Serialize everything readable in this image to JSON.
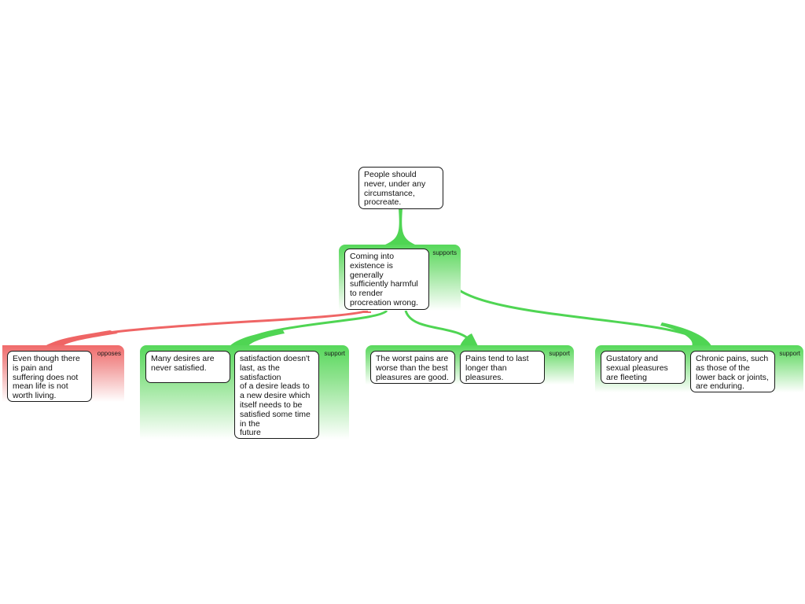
{
  "colors": {
    "support": "#4fd553",
    "oppose": "#ef6565"
  },
  "claim": {
    "text": "People should\nnever, under any\ncircumstance,\nprocreate."
  },
  "premise": {
    "tag": "supports",
    "text": "Coming into\nexistence is\ngenerally\nsufficiently harmful\nto render\nprocreation wrong."
  },
  "groups": [
    {
      "tag": "opposes",
      "items": [
        "Even though there\nis pain and\nsuffering does not\nmean life is not\nworth living."
      ]
    },
    {
      "tag": "support",
      "items": [
        "Many desires are\nnever satisfied.",
        "satisfaction doesn't\nlast, as the\nsatisfaction\nof a desire leads to\na new desire which\nitself needs to be\nsatisfied some time\nin the\nfuture"
      ]
    },
    {
      "tag": "support",
      "items": [
        "The worst pains are\nworse than the best\npleasures are good.",
        "Pains tend to last\nlonger than\npleasures."
      ]
    },
    {
      "tag": "support",
      "items": [
        "Gustatory and\nsexual pleasures\nare fleeting",
        "Chronic pains, such\nas those of the\nlower back or joints,\nare enduring."
      ]
    }
  ]
}
